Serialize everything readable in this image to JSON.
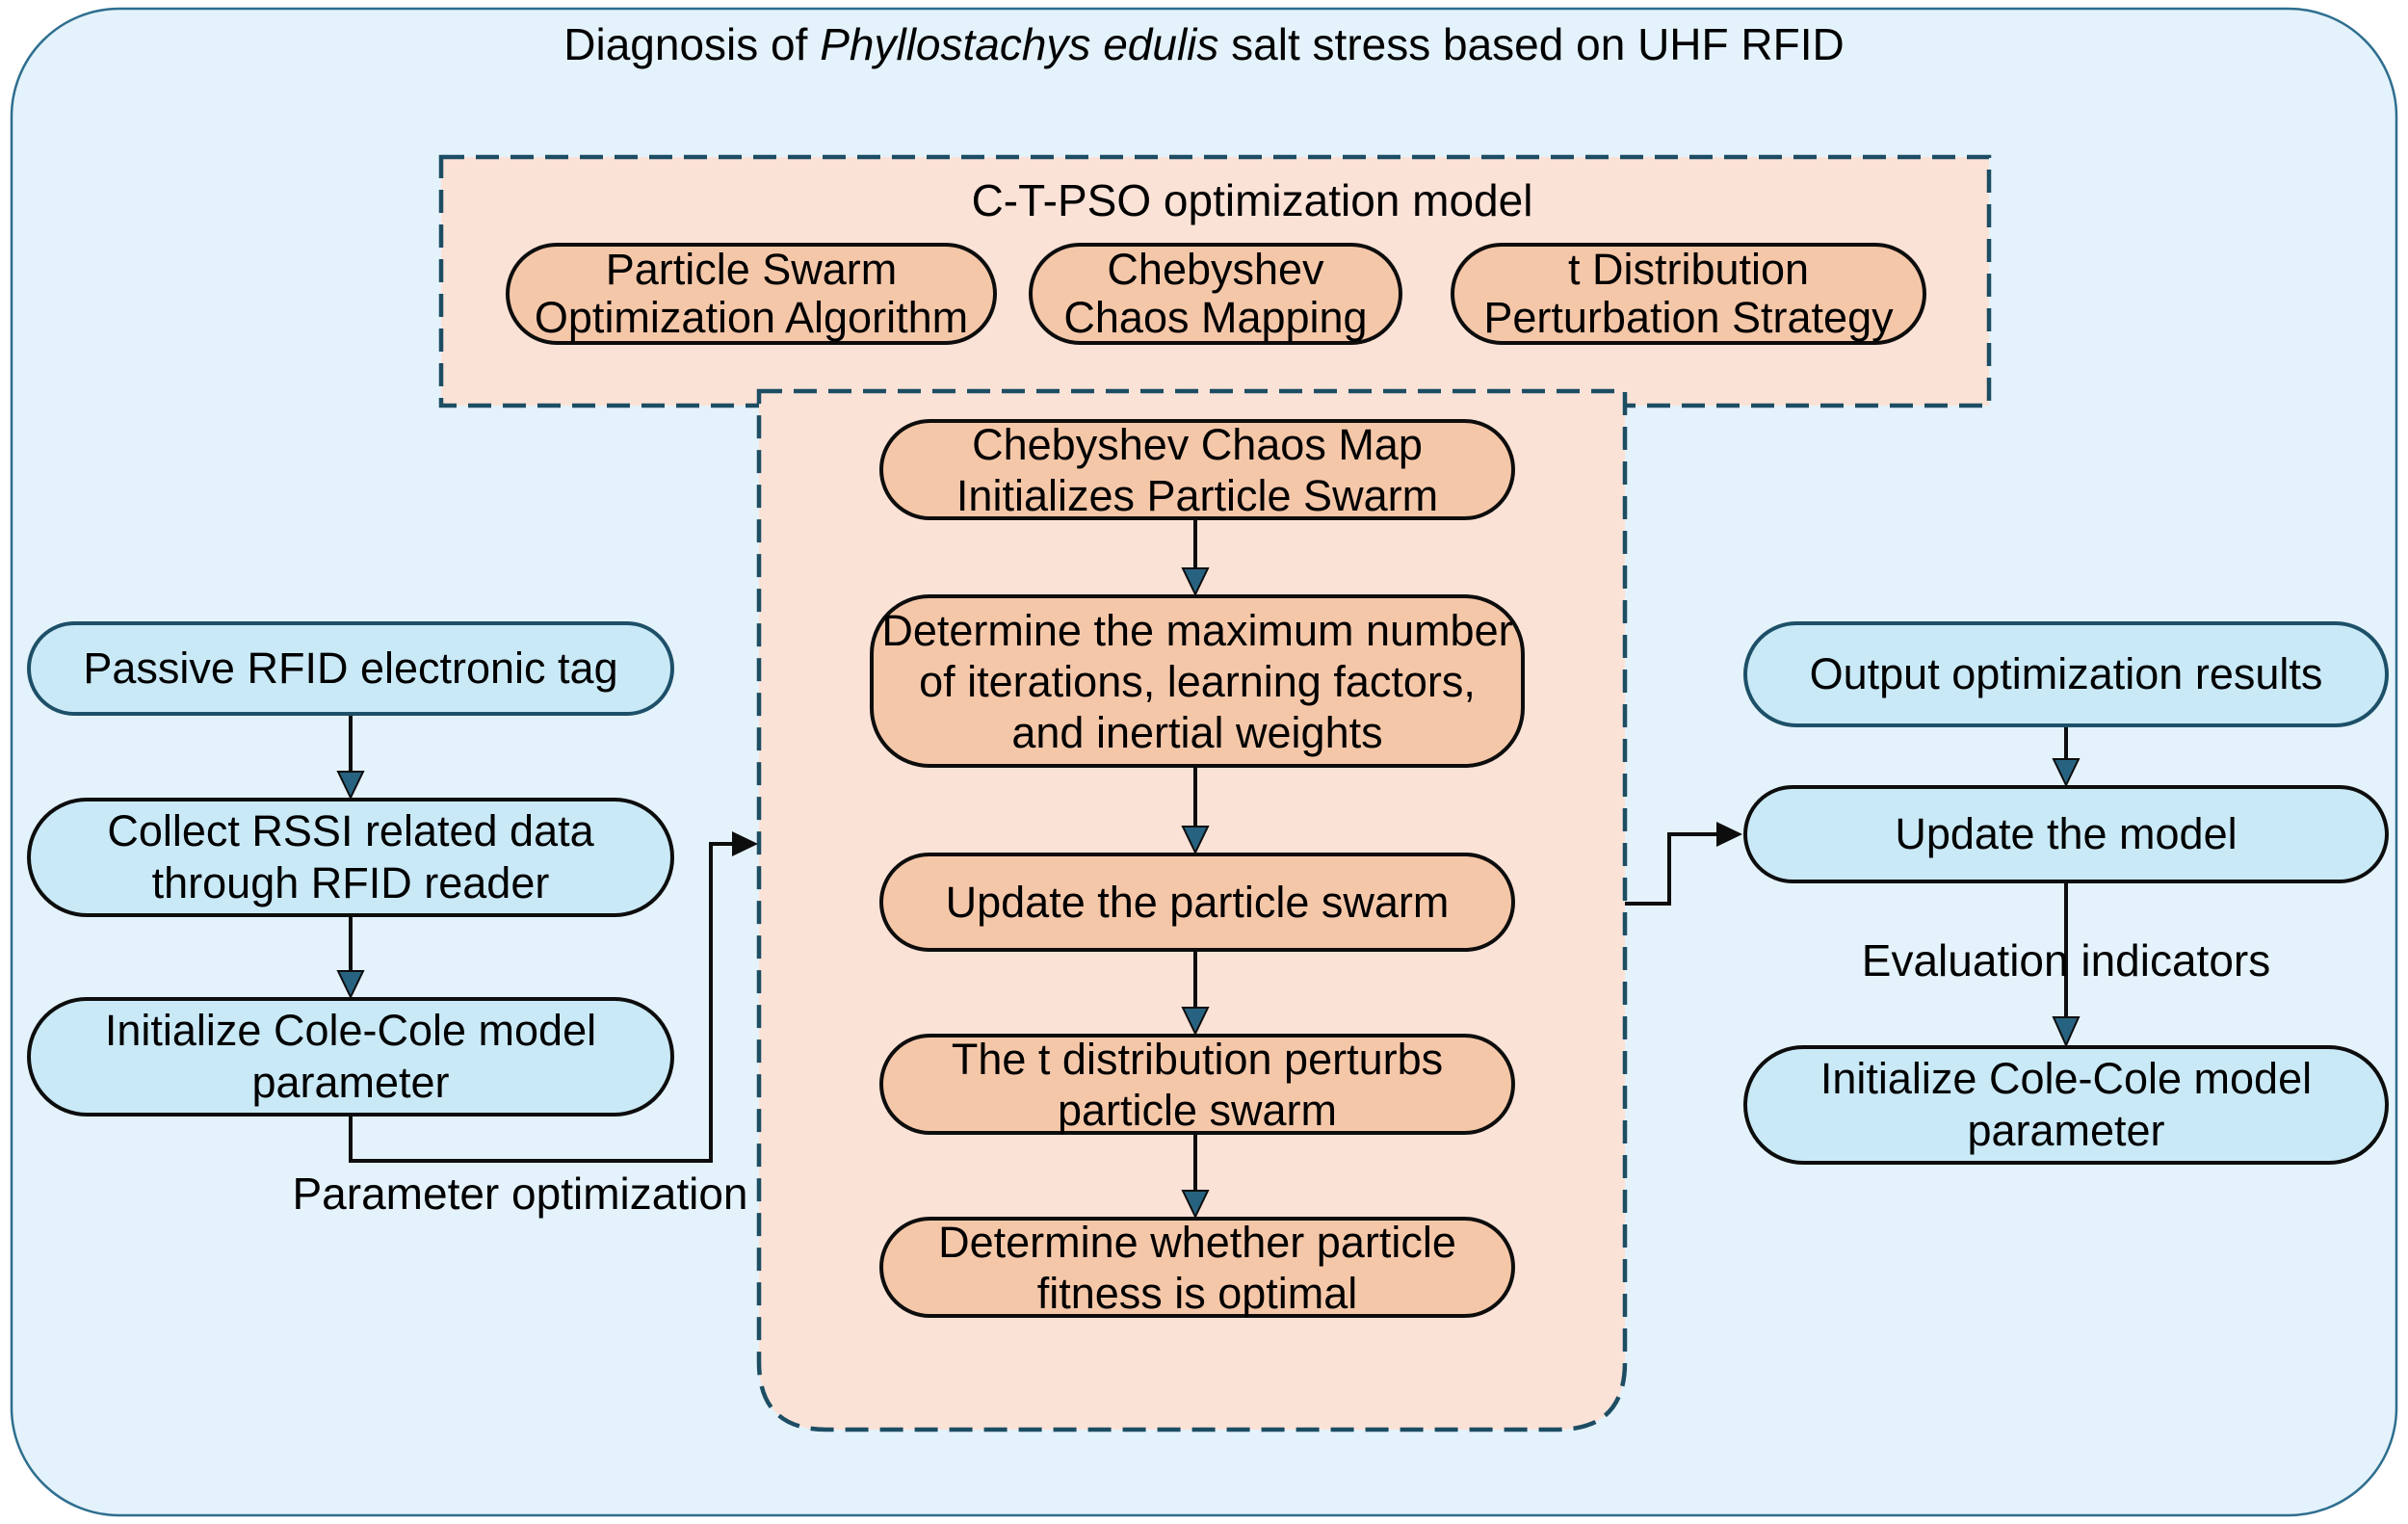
{
  "title": {
    "prefix": "Diagnosis of ",
    "italic": "Phyllostachys edulis",
    "suffix": " salt stress based on UHF RFID"
  },
  "ctpso": {
    "label": "C-T-PSO optimization model",
    "modules": [
      {
        "lines": [
          "Particle Swarm",
          "Optimization Algorithm"
        ]
      },
      {
        "lines": [
          "Chebyshev",
          "Chaos Mapping"
        ]
      },
      {
        "lines": [
          "t Distribution",
          "Perturbation Strategy"
        ]
      }
    ]
  },
  "pipeline": {
    "steps": [
      {
        "lines": [
          "Chebyshev Chaos Map",
          "Initializes Particle Swarm"
        ]
      },
      {
        "lines": [
          "Determine the maximum number",
          "of iterations, learning factors,",
          "and inertial weights"
        ]
      },
      {
        "lines": [
          "Update the particle swarm"
        ]
      },
      {
        "lines": [
          "The t distribution perturbs",
          "particle swarm"
        ]
      },
      {
        "lines": [
          "Determine whether particle",
          "fitness is optimal"
        ]
      }
    ]
  },
  "left_flow": {
    "steps": [
      {
        "lines": [
          "Passive RFID electronic tag"
        ]
      },
      {
        "lines": [
          "Collect RSSI related data",
          "through RFID reader"
        ]
      },
      {
        "lines": [
          "Initialize Cole-Cole model",
          "parameter"
        ]
      }
    ],
    "loop_label": "Parameter optimization"
  },
  "right_flow": {
    "steps": [
      {
        "lines": [
          "Output optimization results"
        ]
      },
      {
        "lines": [
          "Update the model"
        ]
      },
      {
        "lines": [
          "Initialize Cole-Cole model",
          "parameter"
        ]
      }
    ],
    "edge_label": "Evaluation indicators"
  },
  "colors": {
    "canvas": "#E4F2FB",
    "container-fill": "#FBE2D7",
    "module-fill": "#F5C7A9",
    "process-fill": "#C9E9F7",
    "dash-stroke": "#1C4D63",
    "node-stroke": "#0D0D0D",
    "teal-node-stroke": "#1D5068",
    "outer-stroke": "#2E6E8E",
    "arrowhead": "#276380",
    "text": "#000000"
  }
}
